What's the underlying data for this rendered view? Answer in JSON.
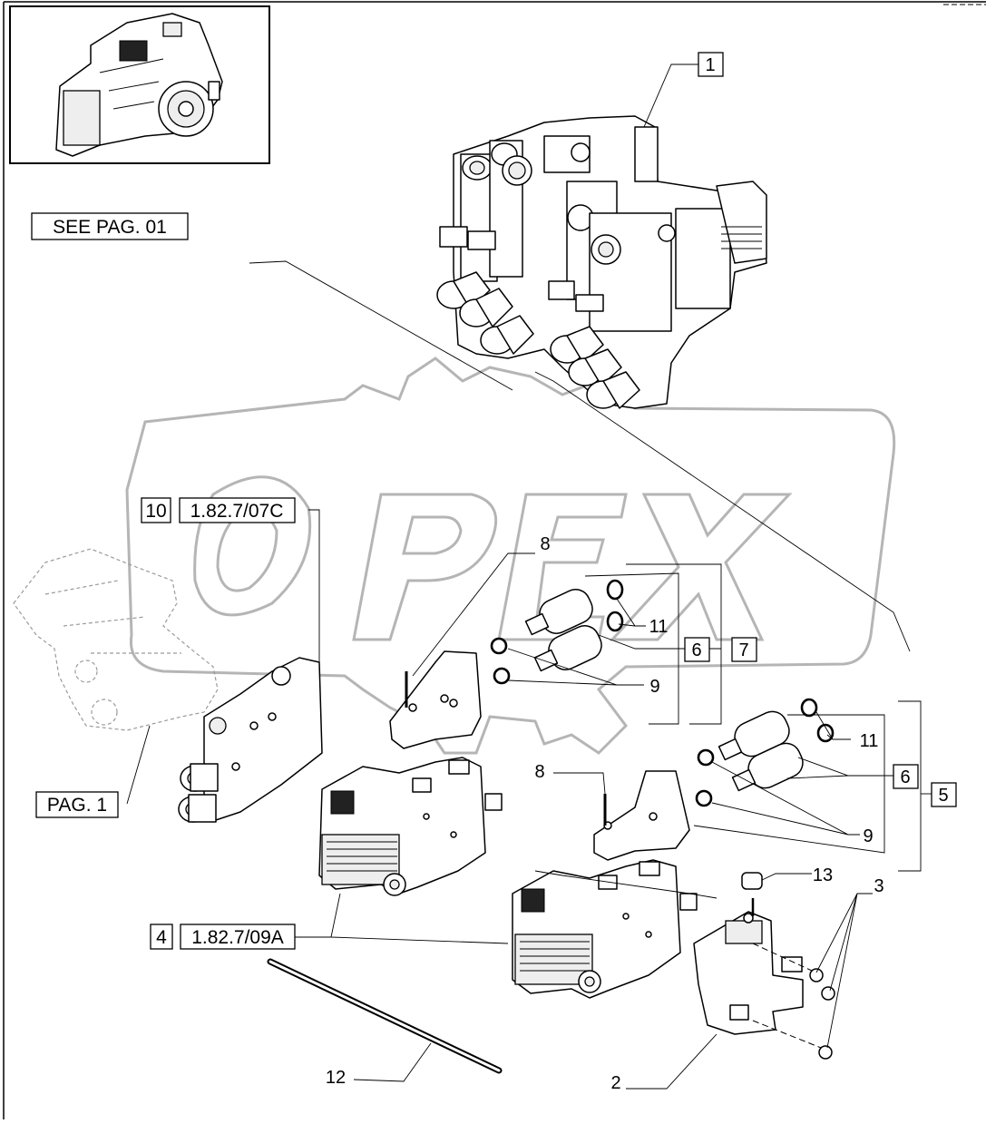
{
  "refs": {
    "see_pag": "SEE PAG. 01",
    "pag": "PAG. 1",
    "ref_10_num": "10",
    "ref_10_code": "1.82.7/07C",
    "ref_4_num": "4",
    "ref_4_code": "1.82.7/09A"
  },
  "callouts": {
    "c1": "1",
    "c2": "2",
    "c3": "3",
    "c5": "5",
    "c6a": "6",
    "c6b": "6",
    "c7": "7",
    "c8a": "8",
    "c8b": "8",
    "c9a": "9",
    "c9b": "9",
    "c11a": "11",
    "c11b": "11",
    "c12": "12",
    "c13": "13"
  },
  "watermark": {
    "text": "OPEX",
    "color": "#b5b5b5"
  },
  "icons": [
    "tractor-transmission-thumbnail-icon"
  ]
}
